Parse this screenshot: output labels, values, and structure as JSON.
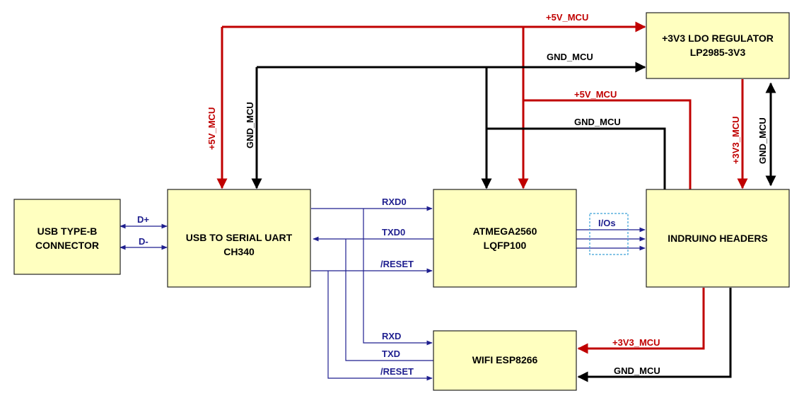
{
  "blocks": {
    "usb_connector": [
      "USB TYPE-B",
      "CONNECTOR"
    ],
    "uart": [
      "USB TO SERIAL UART",
      "CH340"
    ],
    "mcu": [
      "ATMEGA2560",
      "LQFP100"
    ],
    "headers": [
      "INDRUINO HEADERS"
    ],
    "ldo": [
      "+3V3 LDO REGULATOR",
      "LP2985-3V3"
    ],
    "wifi": [
      "WIFI ESP8266"
    ]
  },
  "net_labels": {
    "p5v_top": "+5V_MCU",
    "gnd_top": "GND_MCU",
    "p5v_uart": "+5V_MCU",
    "gnd_uart": "GND_MCU",
    "p5v_mid": "+5V_MCU",
    "gnd_mid": "GND_MCU",
    "p3v3_ldo": "+3V3_MCU",
    "gnd_ldo": "GND_MCU",
    "p3v3_wifi": "+3V3_MCU",
    "gnd_wifi": "GND_MCU"
  },
  "signal_labels": {
    "dplus": "D+",
    "dminus": "D-",
    "rxd0": "RXD0",
    "txd0": "TXD0",
    "reset_mcu": "/RESET",
    "rxd": "RXD",
    "txd": "TXD",
    "reset_wifi": "/RESET",
    "ios": "I/Os"
  },
  "colors": {
    "power": "#c00000",
    "ground": "#000000",
    "signal": "#1f1f8f",
    "block_fill": "#ffffc0"
  }
}
